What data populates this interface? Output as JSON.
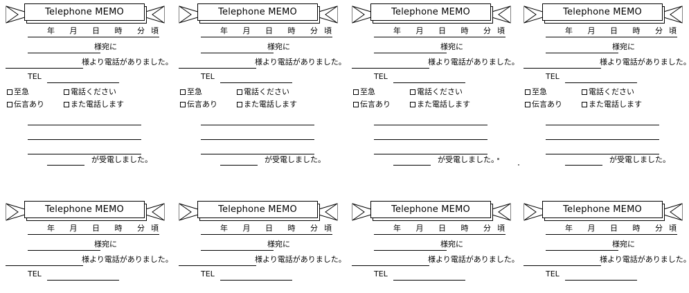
{
  "document": {
    "kind": "printable-form-sheet",
    "background_color": "#ffffff",
    "ink_color": "#000000",
    "columns": 4,
    "rows": 2,
    "note": "Second row is clipped by the bottom edge of the page"
  },
  "memo": {
    "banner_title": "Telephone MEMO",
    "date_line": {
      "chars": "年  月  日  時  分頃"
    },
    "recipient_line": {
      "suffix": "様宛に"
    },
    "caller_line": {
      "suffix": "様より電話がありました。"
    },
    "tel_line": {
      "label": "TEL"
    },
    "checkboxes": [
      {
        "id": "urgent",
        "label": "至急"
      },
      {
        "id": "call-back",
        "label": "電話ください"
      },
      {
        "id": "message",
        "label": "伝言あり"
      },
      {
        "id": "will-call",
        "label": "また電話します"
      }
    ],
    "note_lines": 3,
    "receiver_line": {
      "suffix": "が受電しました。"
    }
  }
}
